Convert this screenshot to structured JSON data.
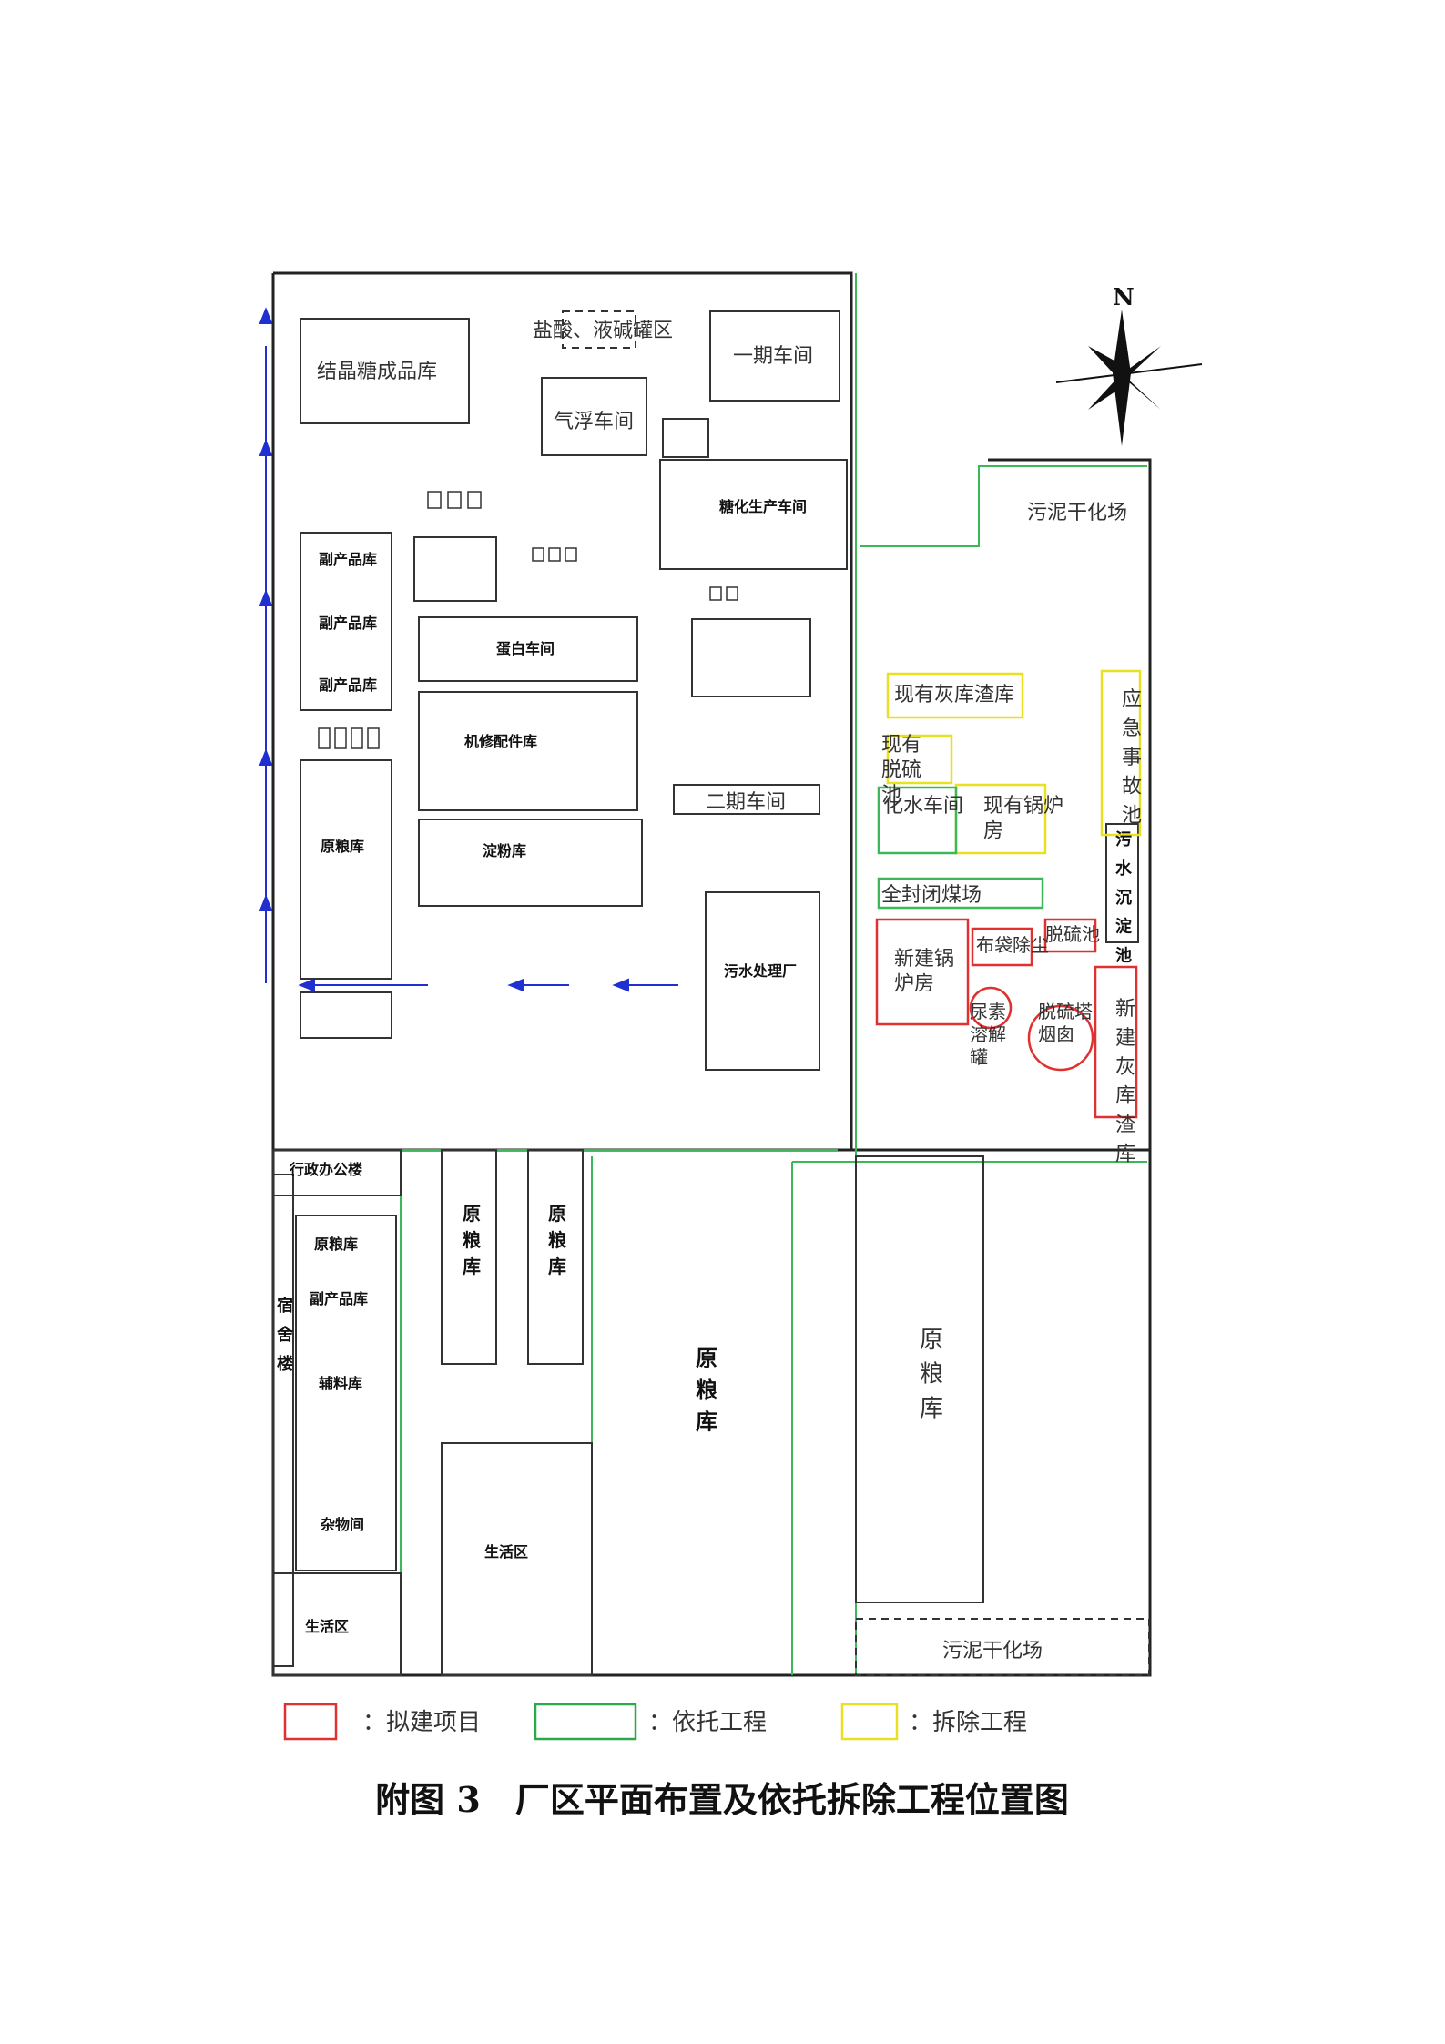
{
  "labels": {
    "hcl_naoh_tanks": "盐酸、液碱罐区",
    "phase1_workshop": "一期车间",
    "crystal_sugar_store": "结晶糖成品库",
    "flotation_workshop": "气浮车间",
    "sludge_drying_ne": "污泥干化场",
    "existing_ash_slag": "现有灰库渣库",
    "existing_desulf_pool": "现有脱硫池",
    "water_treatment": "化水车间",
    "existing_boiler": "现有锅炉房",
    "phase2_workshop": "二期车间",
    "emergency_pool": "应急事故池",
    "closed_coal_yard": "全封闭煤场",
    "new_boiler": "新建锅炉房",
    "bag_filter": "布袋除尘",
    "desulf_pool": "脱硫池",
    "urea_tank": "尿素溶解罐",
    "desulf_tower": "脱硫塔烟囱",
    "new_ash_slag": "新建灰库渣库",
    "sludge_drying_s": "污泥干化场",
    "raw_grain_right": "原粮库"
  },
  "bold_labels": {
    "byproduct_1": "副产品库",
    "byproduct_2": "副产品库",
    "byproduct_3": "副产品库",
    "repair_parts": "机修配件库",
    "protein_workshop": "蛋白车间",
    "raw_grain_left": "原粮库",
    "starch_store": "淀粉库",
    "sewage_plant": "污水处理厂",
    "saccharify_workshop": "糖化生产车间",
    "sewage_tower": "污水沉淀池",
    "admin_office": "行政办公楼",
    "raw_grain_a": "原粮库",
    "byproduct_b": "副产品库",
    "material_store": "辅料库",
    "misc_room": "杂物间",
    "raw_grain_c": "原粮库",
    "raw_grain_d": "原粮库",
    "raw_grain_e": "原粮库",
    "living_area": "生活区",
    "living_area_2": "生活区",
    "dormitory": "宿舍楼"
  },
  "compass": {
    "north": "N"
  },
  "legend": [
    {
      "label": "：拟建项目",
      "color": "#e03030"
    },
    {
      "label": "：依托工程",
      "color": "#2aa84a"
    },
    {
      "label": "：拆除工程",
      "color": "#e8e020"
    }
  ],
  "caption": "附图 3　厂区平面布置及依托拆除工程位置图"
}
